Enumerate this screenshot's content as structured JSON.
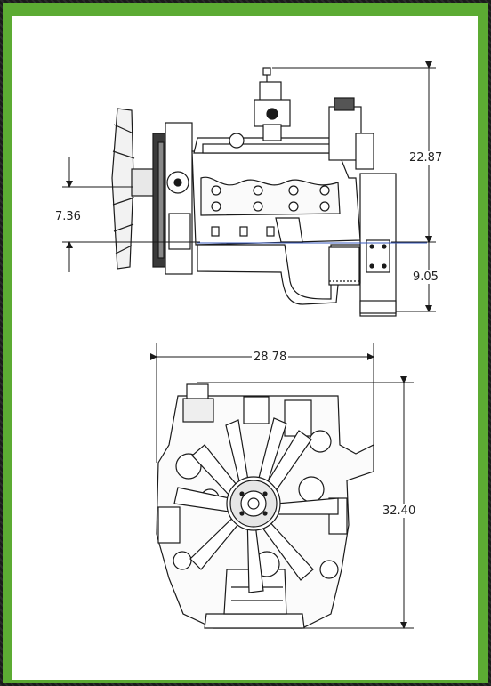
{
  "dimensions": {
    "side_height": "22.87",
    "side_fan_offset": "7.36",
    "side_lower": "9.05",
    "front_width": "28.78",
    "front_height": "32.40"
  },
  "colors": {
    "frame": "#5cab33",
    "panel": "#ffffff",
    "line": "#1a1a1a"
  }
}
